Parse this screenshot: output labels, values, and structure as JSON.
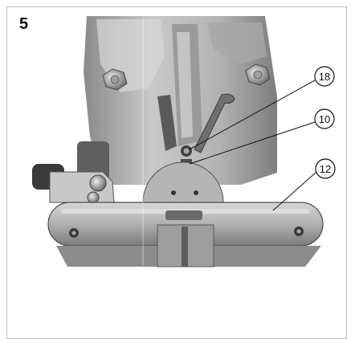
{
  "figure": {
    "number": "5"
  },
  "callouts": [
    {
      "label": "18"
    },
    {
      "label": "10"
    },
    {
      "label": "12"
    }
  ]
}
